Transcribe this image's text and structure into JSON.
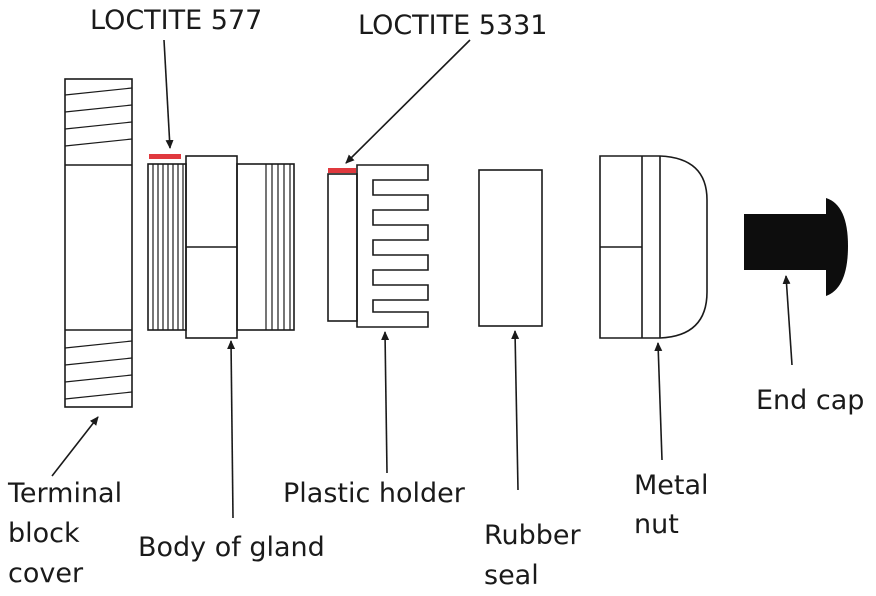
{
  "loctite_labels": {
    "l577": "LOCTITE 577",
    "l5331": "LOCTITE 5331"
  },
  "part_labels": {
    "terminal": [
      "Terminal",
      "block",
      "cover"
    ],
    "body": "Body of gland",
    "holder": "Plastic holder",
    "rubber": [
      "Rubber",
      "seal"
    ],
    "metal": [
      "Metal",
      "nut"
    ],
    "endcap": "End cap"
  },
  "colors": {
    "line": "#1a1a1a",
    "loctite_mark": "#e0393e",
    "end_cap_fill": "#0d0d0d"
  }
}
